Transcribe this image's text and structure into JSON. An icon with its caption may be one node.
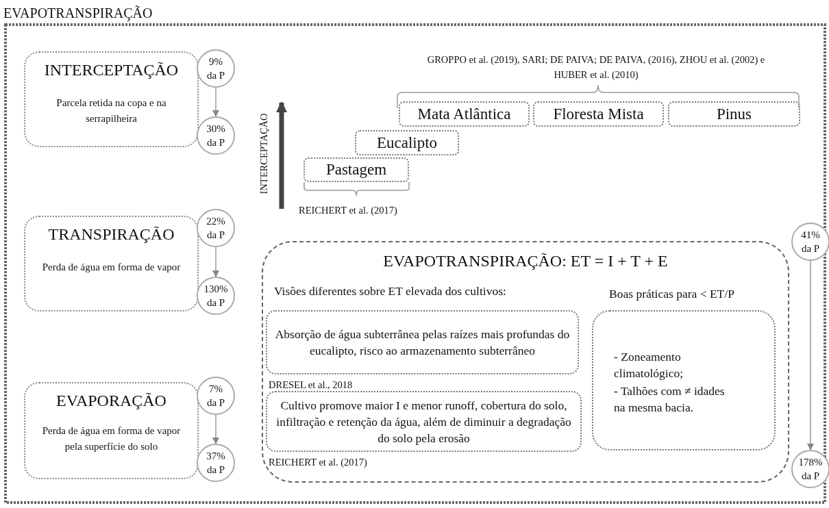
{
  "diagram": {
    "title": "EVAPOTRANSPIRAÇÃO",
    "nodes": [
      {
        "text": [
          "INTERCEPTAÇÃO",
          "Parcela retida na copa e na serrapilheira"
        ]
      },
      {
        "text": [
          "9% da P"
        ]
      },
      {
        "text": [
          "30% da P"
        ]
      },
      {
        "text": [
          "TRANSPIRAÇÃO",
          "Perda de água em forma de vapor"
        ]
      },
      {
        "text": [
          "22% da P"
        ]
      },
      {
        "text": [
          "130% da P"
        ]
      },
      {
        "text": [
          "EVAPORAÇÃO",
          "Perda de água em forma de vapor pela superfície do solo"
        ]
      },
      {
        "text": [
          "7% da P"
        ]
      },
      {
        "text": [
          "37% da P"
        ]
      },
      {
        "text": [
          "Mata Atlântica"
        ]
      },
      {
        "text": [
          "Floresta Mista"
        ]
      },
      {
        "text": [
          "Pinus"
        ]
      },
      {
        "text": [
          "Eucalipto"
        ]
      },
      {
        "text": [
          "Pastagem"
        ]
      },
      {
        "text": [
          "EVAPOTRANSPIRAÇÃO: ET = I + T + E",
          "Visões diferentes sobre ET elevada dos cultivos:"
        ]
      },
      {
        "text": [
          "Absorção de água subterrânea pelas raízes mais profundas do eucalipto, risco ao armazenamento subterrâneo"
        ],
        "in": 14,
        "beside": [
          "DRESEL et al., 2018"
        ]
      },
      {
        "text": [
          "Cultivo promove maior I e menor runoff, cobertura do solo, infiltração e retenção da água, além de diminuir a degradação do solo pela erosão"
        ],
        "in": 14,
        "beside": [
          "REICHERT et al. (2017)"
        ]
      },
      {
        "text": [
          "Boas práticas para < ET/P",
          "- Zoneamento climatológico;",
          "- Talhões com ≠ idades na mesma bacia."
        ],
        "in": 14
      },
      {
        "text": [
          "41% da P"
        ]
      },
      {
        "text": [
          "178% da P"
        ]
      }
    ],
    "edges": [
      {
        "from": 1,
        "to": 2,
        "arrow": "to"
      },
      {
        "from": 4,
        "to": 5,
        "arrow": "to"
      },
      {
        "from": 7,
        "to": 8,
        "arrow": "to"
      },
      {
        "from": 18,
        "to": 19,
        "arrow": "to"
      }
    ],
    "labels": [
      "GROPPO et al. (2019), SARI; DE PAIVA; DE PAIVA, (2016), ZHOU et al. (2002) e  HUBER et al. (2010)",
      "INTERCEPTAÇÃO",
      "REICHERT et al. (2017)"
    ]
  }
}
